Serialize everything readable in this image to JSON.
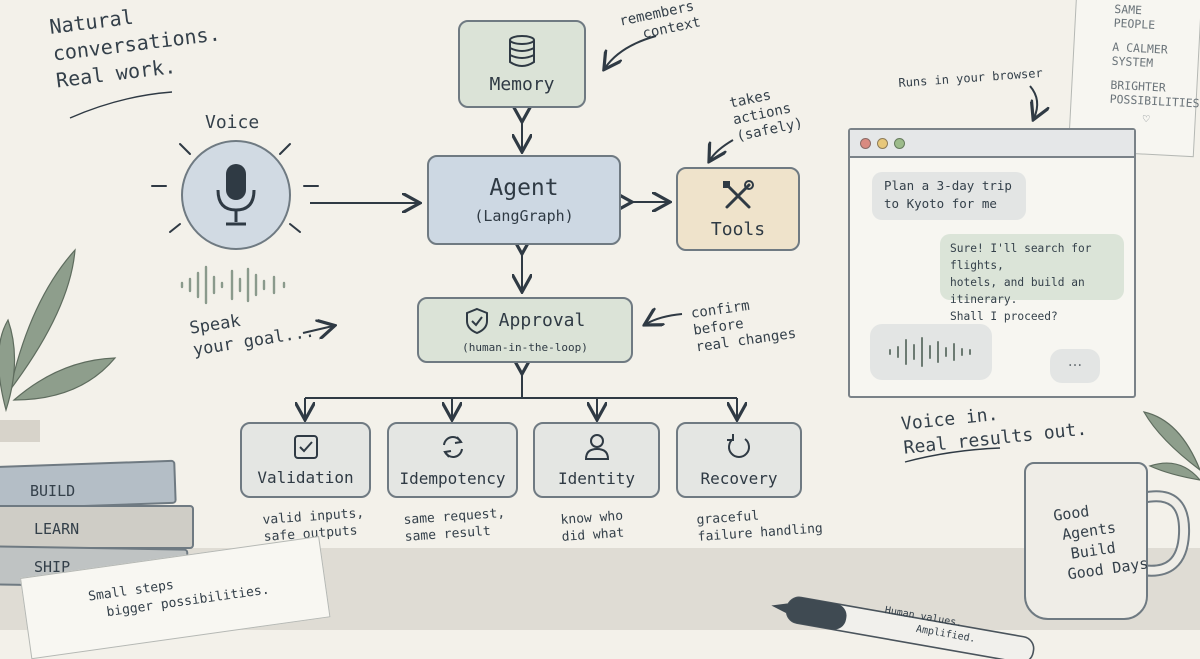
{
  "headline": {
    "line1": "Natural",
    "line2": "conversations.",
    "line3": "Real work."
  },
  "voice": {
    "label": "Voice",
    "hint_line1": "Speak",
    "hint_line2": "your goal..."
  },
  "memory": {
    "label": "Memory",
    "note_line1": "remembers",
    "note_line2": "context"
  },
  "agent": {
    "label": "Agent",
    "sub": "(LangGraph)"
  },
  "tools": {
    "label": "Tools",
    "note_line1": "takes",
    "note_line2": "actions",
    "note_line3": "(safely)"
  },
  "approval": {
    "label": "Approval",
    "sub": "(human-in-the-loop)",
    "note_line1": "confirm",
    "note_line2": "before",
    "note_line3": "real changes"
  },
  "modules": [
    {
      "label": "Validation",
      "desc_line1": "valid inputs,",
      "desc_line2": "safe outputs"
    },
    {
      "label": "Idempotency",
      "desc_line1": "same request,",
      "desc_line2": "same result"
    },
    {
      "label": "Identity",
      "desc_line1": "know who",
      "desc_line2": "did what"
    },
    {
      "label": "Recovery",
      "desc_line1": "graceful",
      "desc_line2": "failure handling"
    }
  ],
  "browser": {
    "caption": "Runs in your browser",
    "user_msg_line1": "Plan a 3-day trip",
    "user_msg_line2": "to Kyoto for me",
    "agent_msg_line1": "Sure! I'll search for flights,",
    "agent_msg_line2": "hotels, and build an itinerary.",
    "agent_msg_line3": "Shall I proceed?",
    "typing": "...",
    "tagline_line1": "Voice in.",
    "tagline_line2": "Real results out."
  },
  "poster": {
    "line1": "SAME",
    "line2": "PEOPLE",
    "line3": "A CALMER",
    "line4": "SYSTEM",
    "line5": "BRIGHTER",
    "line6": "POSSIBILITIES"
  },
  "books": [
    "BUILD",
    "LEARN",
    "SHIP"
  ],
  "notepad": {
    "line1": "Small steps",
    "line2": "bigger possibilities."
  },
  "mug": {
    "line1": "Good",
    "line2": "Agents",
    "line3": "Build",
    "line4": "Good Days"
  },
  "pen": {
    "line1": "Human values.",
    "line2": "Amplified."
  }
}
